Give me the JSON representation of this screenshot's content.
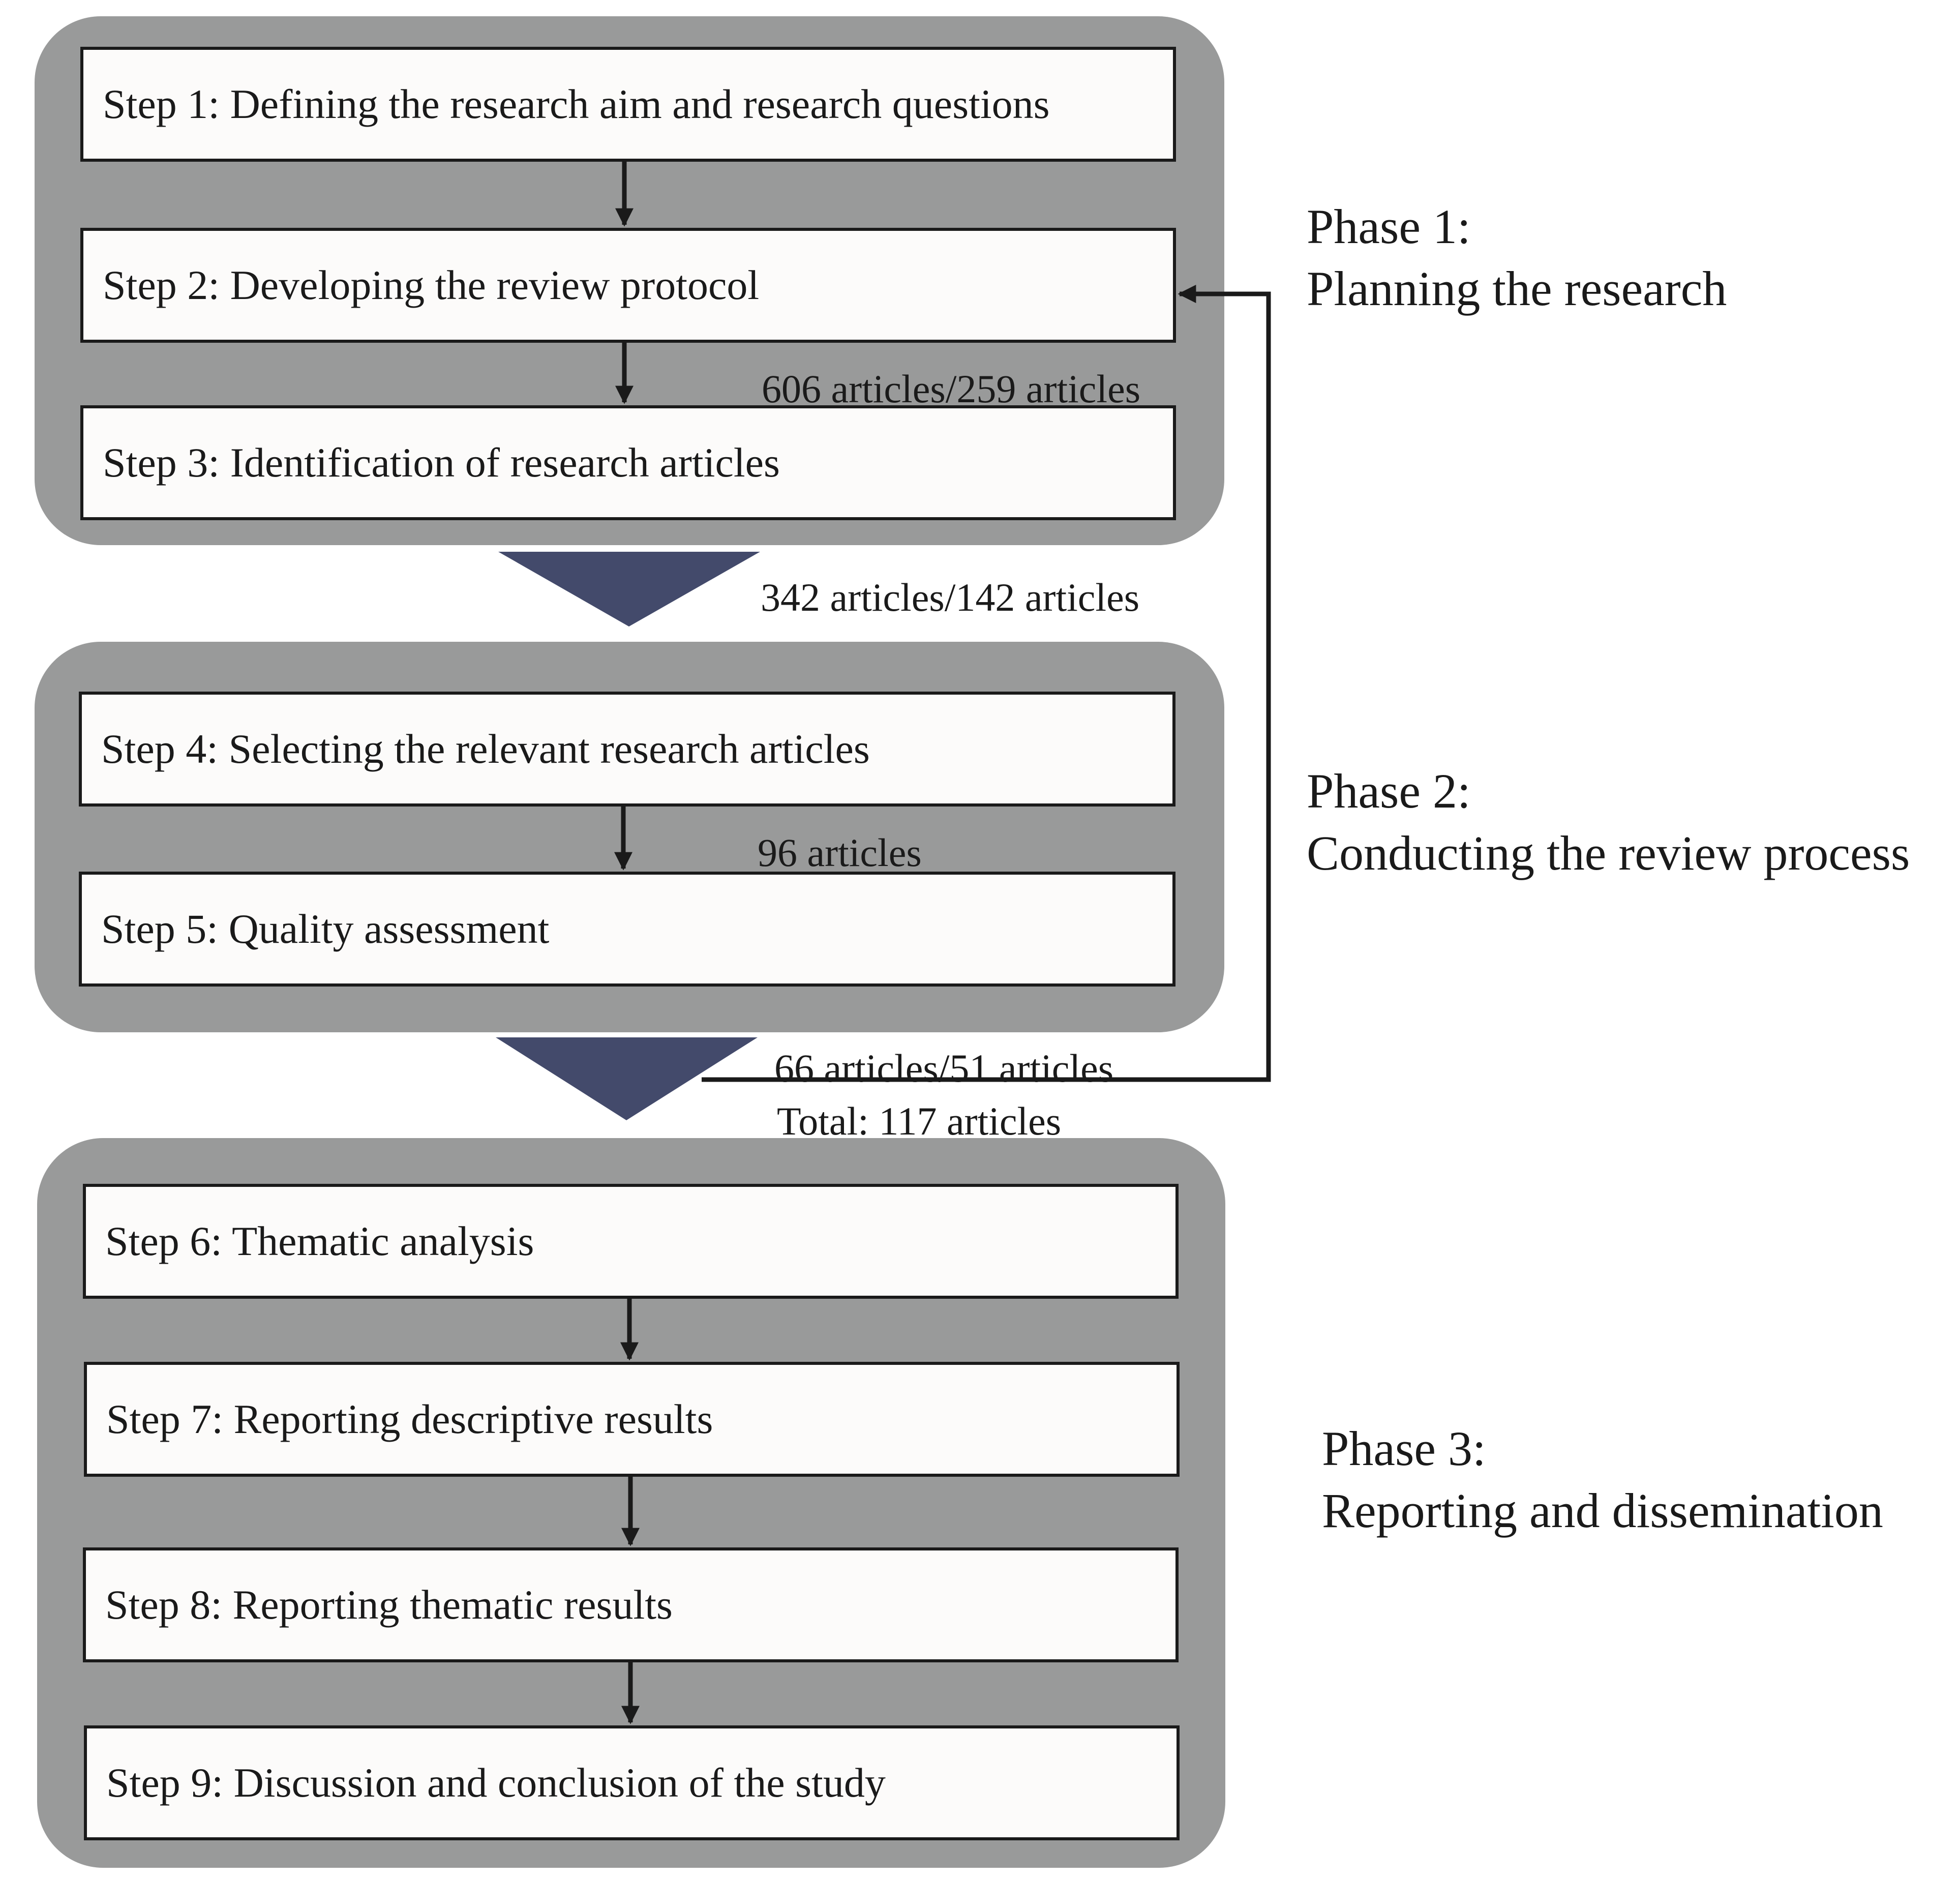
{
  "steps": [
    "Step 1: Defining the research aim and research questions",
    "Step 2: Developing the review protocol",
    "Step 3: Identification of research articles",
    "Step 4: Selecting the relevant research articles",
    "Step 5: Quality assessment",
    "Step 6: Thematic analysis",
    "Step 7: Reporting descriptive results",
    "Step 8: Reporting thematic results",
    "Step 9: Discussion and conclusion of the study"
  ],
  "counts": {
    "after_step2": "606 articles/259 articles",
    "after_step3": "342 articles/142 articles",
    "after_step4": "96 articles",
    "after_step5": "66 articles/51 articles",
    "total": "Total: 117 articles"
  },
  "phases": [
    {
      "number": "Phase 1:",
      "name": "Planning the research"
    },
    {
      "number": "Phase 2:",
      "name": "Conducting the review process"
    },
    {
      "number": "Phase 3:",
      "name": "Reporting and dissemination"
    }
  ],
  "colors": {
    "phase_background": "#999a9a",
    "step_box": "#fcfbfa",
    "transition_triangle": "#434a6b",
    "lines": "#1a1a1a"
  }
}
